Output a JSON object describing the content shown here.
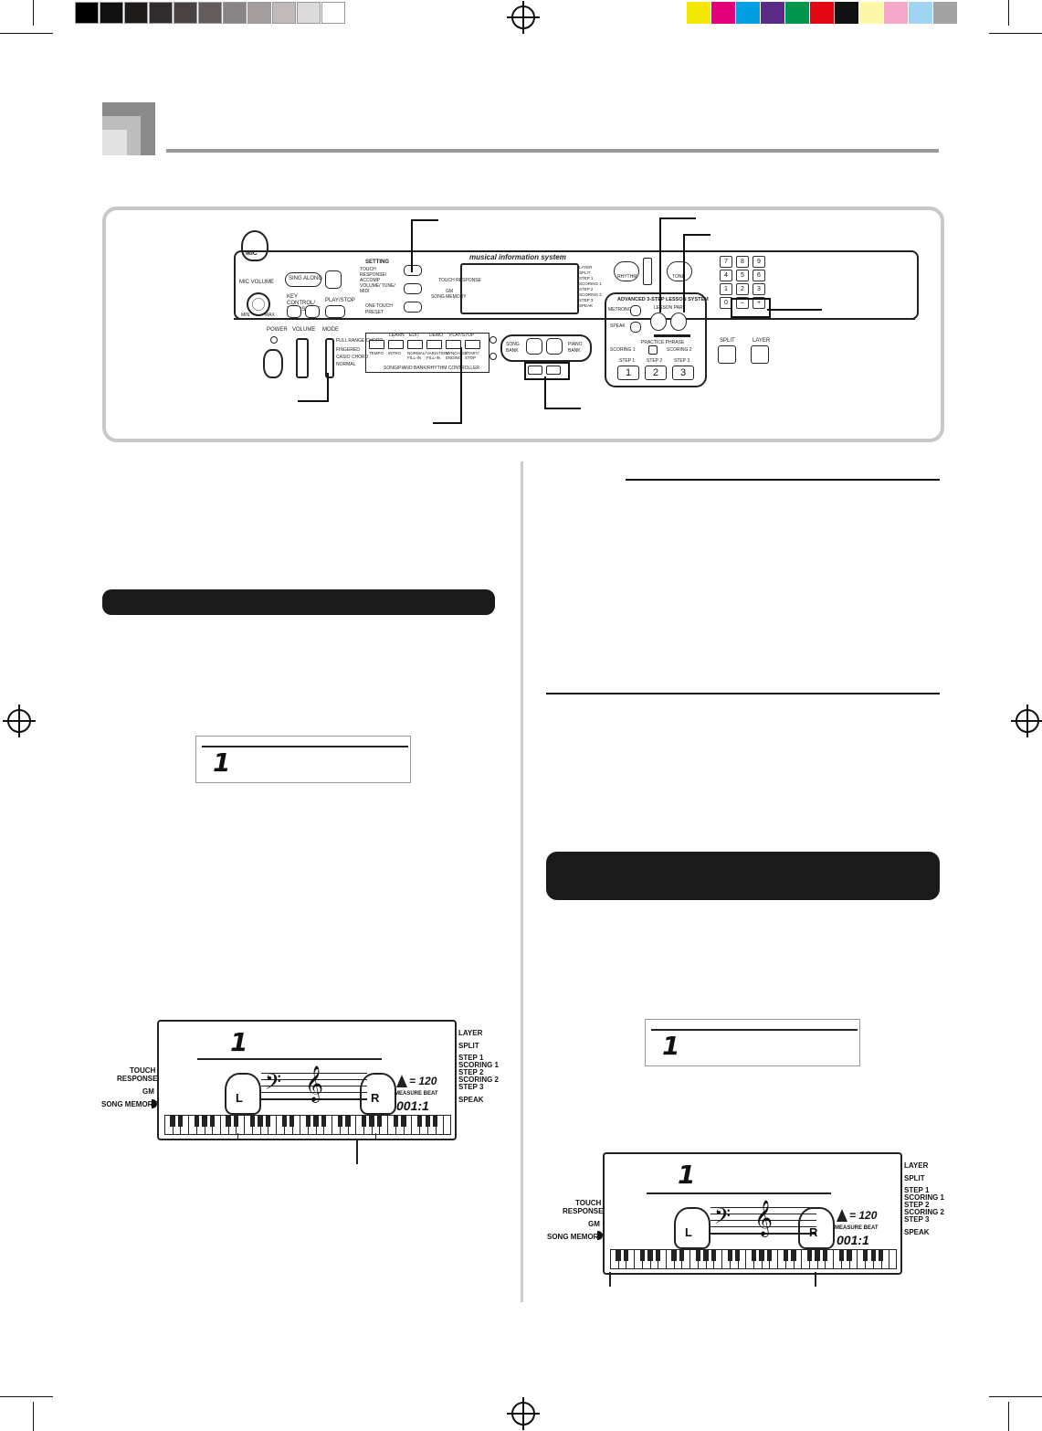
{
  "colors": {
    "gray_bars": [
      "#000000",
      "#101010",
      "#1f1b1b",
      "#312c2c",
      "#484242",
      "#635c5c",
      "#8a8484",
      "#a39e9d",
      "#c0bbba",
      "#dcdad9",
      "#ffffff"
    ],
    "color_bars": [
      "#f3e600",
      "#e2007a",
      "#00a0e3",
      "#5b2a86",
      "#00964b",
      "#e30613",
      "#111111",
      "#fff7a8",
      "#f5a9c8",
      "#9fd4f2",
      "#a3a3a3"
    ]
  },
  "panel": {
    "brand": "musical information system",
    "left": {
      "mic": "MIC",
      "mic_volume": "MIC VOLUME",
      "min": "MIN",
      "max": "MAX",
      "sing_along": "SING ALONG",
      "key_control": "KEY CONTROL/ TRANSPOSE",
      "play_stop": "PLAY/STOP",
      "power": "POWER",
      "volume": "VOLUME",
      "mode": "MODE",
      "mode_opts": [
        "FULL RANGE CHORD",
        "FINGERED",
        "CASIO CHORD",
        "NORMAL"
      ]
    },
    "center": {
      "settings": "SETTING",
      "settings_sub": "TOUCH RESPONSE/ ACCOMP VOLUME/ TUNE/ MIDI",
      "one_touch": "ONE TOUCH PRESET",
      "lcd_labels": [
        "TOUCH RESPONSE",
        "GM",
        "SONG MEMORY"
      ],
      "lcd_right": [
        "LAYER",
        "SPLIT",
        "STEP 1",
        "SCORING 1",
        "STEP 2",
        "SCORING 2",
        "STEP 3",
        "SPEAK"
      ],
      "top_btns": [
        "TEMPO",
        "INTRO",
        "NORMAL/ FILL-IN",
        "VARIATION/ FILL-IN",
        "SYNCHRO/ ENDING",
        "START/ STOP"
      ],
      "top_labels": [
        "LEARN",
        "EDIT",
        "DEMO",
        "PLAY/STOP"
      ],
      "controller": "SONG/PIANO BANK/RHYTHM CONTROLLER",
      "song_bank": "SONG BANK",
      "piano_bank": "PIANO BANK",
      "tempo": "TEMPO"
    },
    "right": {
      "rhythm": "RHYTHM",
      "tone": "TONE",
      "lesson_system": "ADVANCED 3-STEP LESSON SYSTEM",
      "metronome": "METRONOME",
      "speak": "SPEAK",
      "lesson_part": "LESSON PART",
      "practice_phrase": "PRACTICE PHRASE",
      "scoring1": "SCORING 1",
      "scoring2": "SCORING 2",
      "steps": [
        "STEP 1",
        "STEP 2",
        "STEP 3"
      ],
      "step_nums": [
        "1",
        "2",
        "3"
      ],
      "split": "SPLIT",
      "layer": "LAYER",
      "numpad": [
        "7",
        "8",
        "9",
        "4",
        "5",
        "6",
        "1",
        "2",
        "3",
        "0",
        "–",
        "+"
      ]
    }
  },
  "strip1": {
    "digit": "1"
  },
  "strip2": {
    "digit": "1"
  },
  "lcd1": {
    "digit": "1",
    "tempo": "= 120",
    "measure_beat": "MEASURE BEAT",
    "counter": "001:1",
    "left_labels": [
      "TOUCH",
      "RESPONSE",
      "GM",
      "SONG MEMORY"
    ],
    "right_labels": [
      "LAYER",
      "SPLIT",
      "STEP 1",
      "SCORING 1",
      "STEP 2",
      "SCORING 2",
      "STEP 3",
      "SPEAK"
    ],
    "hand_l": "L",
    "hand_r": "R"
  },
  "lcd2": {
    "digit": "1",
    "tempo": "= 120",
    "measure_beat": "MEASURE BEAT",
    "counter": "001:1",
    "left_labels": [
      "TOUCH",
      "RESPONSE",
      "GM",
      "SONG MEMORY"
    ],
    "right_labels": [
      "LAYER",
      "SPLIT",
      "STEP 1",
      "SCORING 1",
      "STEP 2",
      "SCORING 2",
      "STEP 3",
      "SPEAK"
    ],
    "hand_l": "L",
    "hand_r": "R"
  }
}
